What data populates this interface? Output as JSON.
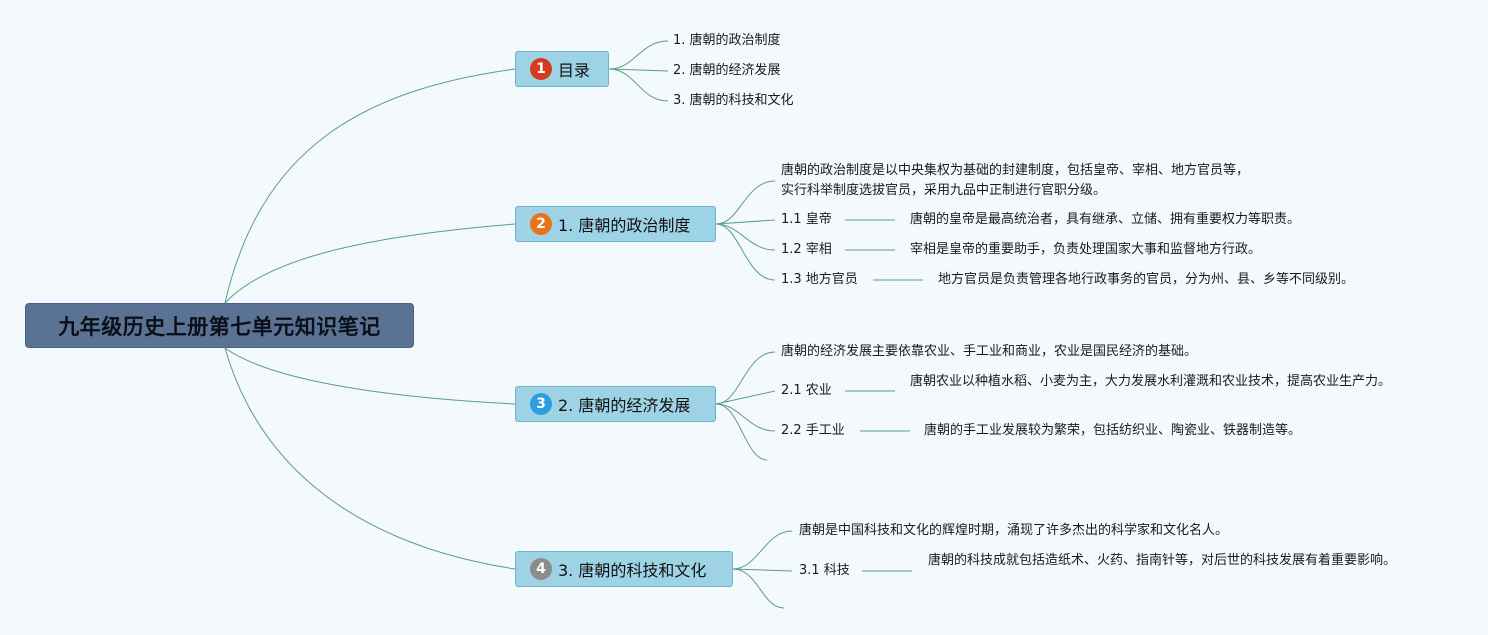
{
  "root": {
    "title": "九年级历史上册第七单元知识笔记"
  },
  "colors": {
    "root_fill": "#5a7394",
    "branch_fill": "#9ed3e5",
    "line": "#5a9e86",
    "badge1": "#d63a1f",
    "badge2": "#e8731c",
    "badge3": "#2b9de0",
    "badge4": "#8c8c8c"
  },
  "branches": [
    {
      "number": "1",
      "title": "目录",
      "items": [
        "1. 唐朝的政治制度",
        "2. 唐朝的经济发展",
        "3. 唐朝的科技和文化"
      ]
    },
    {
      "number": "2",
      "title": "1. 唐朝的政治制度",
      "intro": "唐朝的政治制度是以中央集权为基础的封建制度，包括皇帝、宰相、地方官员等，实行科举制度选拔官员，采用九品中正制进行官职分级。",
      "subs": [
        {
          "label": "1.1 皇帝",
          "desc": "唐朝的皇帝是最高统治者，具有继承、立储、拥有重要权力等职责。"
        },
        {
          "label": "1.2 宰相",
          "desc": "宰相是皇帝的重要助手，负责处理国家大事和监督地方行政。"
        },
        {
          "label": "1.3 地方官员",
          "desc": "地方官员是负责管理各地行政事务的官员，分为州、县、乡等不同级别。"
        }
      ]
    },
    {
      "number": "3",
      "title": "2. 唐朝的经济发展",
      "intro": "唐朝的经济发展主要依靠农业、手工业和商业，农业是国民经济的基础。",
      "subs": [
        {
          "label": "2.1 农业",
          "desc": "唐朝农业以种植水稻、小麦为主，大力发展水利灌溉和农业技术，提高农业生产力。"
        },
        {
          "label": "2.2 手工业",
          "desc": "唐朝的手工业发展较为繁荣，包括纺织业、陶瓷业、铁器制造等。"
        }
      ]
    },
    {
      "number": "4",
      "title": "3. 唐朝的科技和文化",
      "intro": "唐朝是中国科技和文化的辉煌时期，涌现了许多杰出的科学家和文化名人。",
      "subs": [
        {
          "label": "3.1 科技",
          "desc": "唐朝的科技成就包括造纸术、火药、指南针等，对后世的科技发展有着重要影响。"
        }
      ]
    }
  ]
}
